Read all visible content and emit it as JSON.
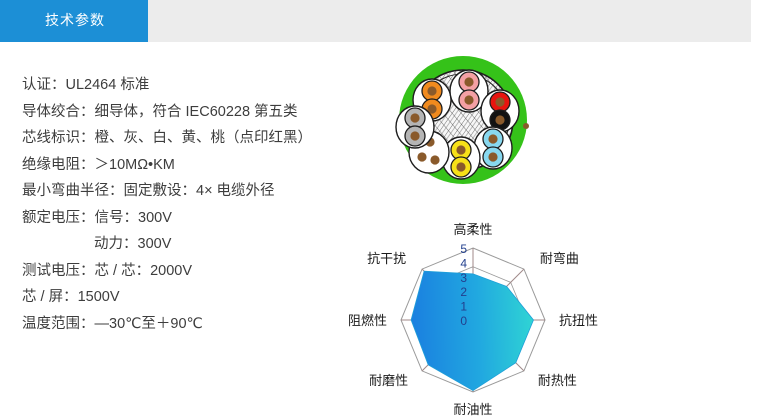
{
  "header": {
    "tab_label": "技术参数",
    "tab_color": "#1c8fd6",
    "bar_color": "#ececec"
  },
  "specs": {
    "lines": [
      {
        "text": "认证：UL2464 标准",
        "indent": false
      },
      {
        "text": "导体绞合：细导体，符合 IEC60228 第五类",
        "indent": false
      },
      {
        "text": "芯线标识：橙、灰、白、黄、桃（点印红黑）",
        "indent": false
      },
      {
        "text": "绝缘电阻：＞10MΩ•KM",
        "indent": false
      },
      {
        "text": "最小弯曲半径：固定敷设：4× 电缆外径",
        "indent": false
      },
      {
        "text": "额定电压：信号：300V",
        "indent": false
      },
      {
        "text": "动力：300V",
        "indent": true
      },
      {
        "text": "测试电压：芯 / 芯：2000V",
        "indent": false
      },
      {
        "text": "芯 / 屏：1500V",
        "indent": false
      },
      {
        "text": "温度范围：—30℃至＋90℃",
        "indent": false
      }
    ]
  },
  "cable_diagram": {
    "name": "cable-cross-section",
    "jacket_color": "#35c219",
    "shield_color": "#f4f4f4",
    "shield_line_color": "#5a5a5a",
    "insulation_outline": "#2b2b2b",
    "conductor_color": "#8a5a2b",
    "pairs": [
      {
        "label": "橙",
        "color": "#f08a1e"
      },
      {
        "label": "桃",
        "color": "#f4a0a4"
      },
      {
        "label": "红",
        "color": "#e8140f"
      },
      {
        "label": "黑",
        "color": "#121212"
      },
      {
        "label": "浅蓝",
        "color": "#88d8ef"
      },
      {
        "label": "黄",
        "color": "#f7e118"
      },
      {
        "label": "白",
        "color": "#ffffff"
      },
      {
        "label": "灰",
        "color": "#b5b5b5"
      }
    ]
  },
  "chart_data": {
    "type": "radar",
    "title": "",
    "categories": [
      "高柔性",
      "耐弯曲",
      "抗扭性",
      "耐热性",
      "耐油性",
      "耐磨性",
      "阻燃性",
      "抗干扰"
    ],
    "values": [
      3.2,
      3.3,
      4.2,
      4.2,
      4.9,
      4.4,
      4.3,
      4.8
    ],
    "tick_labels": [
      "5",
      "4",
      "3",
      "2",
      "1",
      "0"
    ],
    "rmin": 0,
    "rmax": 5,
    "grid": true,
    "legend": "none",
    "fill_gradient_from": "#1a7fe0",
    "fill_gradient_to": "#2fd4d4",
    "grid_color": "#9a9a9a",
    "axis_color": "#a08a8a"
  }
}
